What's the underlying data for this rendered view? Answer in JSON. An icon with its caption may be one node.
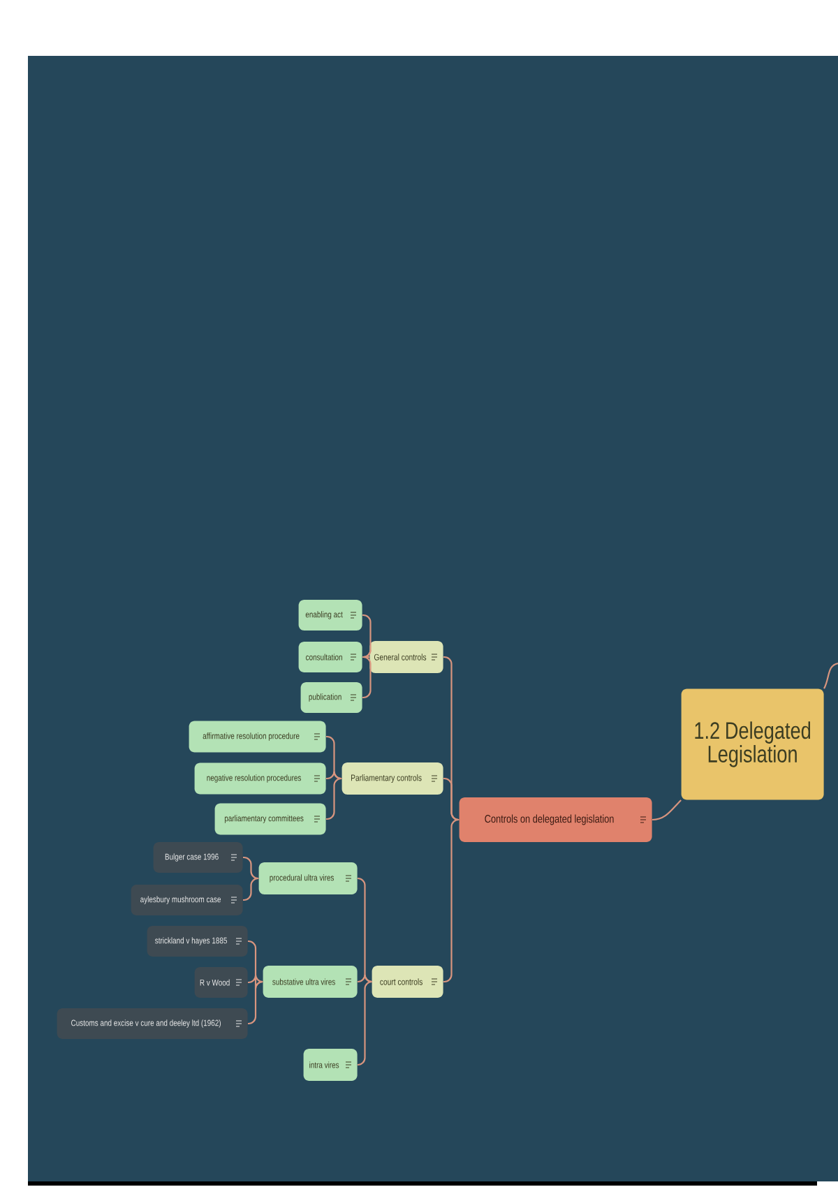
{
  "diagram": {
    "nodes": [
      {
        "text": [
          "1.2 Delegated Legislation"
        ]
      },
      {
        "text": [
          "Controls on delegated legislation"
        ]
      },
      {
        "text": [
          "General controls"
        ]
      },
      {
        "text": [
          "enabling act"
        ]
      },
      {
        "text": [
          "consultation"
        ]
      },
      {
        "text": [
          "publication"
        ]
      },
      {
        "text": [
          "Parliamentary controls"
        ]
      },
      {
        "text": [
          "affirmative resolution procedure"
        ]
      },
      {
        "text": [
          "negative resolution procedures"
        ]
      },
      {
        "text": [
          "parliamentary committees"
        ]
      },
      {
        "text": [
          "court controls"
        ]
      },
      {
        "text": [
          "procedural ultra vires"
        ]
      },
      {
        "text": [
          "Bulger case 1996"
        ]
      },
      {
        "text": [
          "aylesbury mushroom case"
        ]
      },
      {
        "text": [
          "substative ultra vires"
        ]
      },
      {
        "text": [
          "strickland v hayes 1885"
        ]
      },
      {
        "text": [
          "R v Wood"
        ]
      },
      {
        "text": [
          "Customs and excise v cure and deeley ltd (1962)"
        ]
      },
      {
        "text": [
          "intra vires"
        ]
      }
    ],
    "edges": [
      {
        "from": 0,
        "to": null,
        "arrow": "none"
      },
      {
        "from": 0,
        "to": 1,
        "arrow": "none"
      },
      {
        "from": 1,
        "to": 2,
        "arrow": "none"
      },
      {
        "from": 1,
        "to": 6,
        "arrow": "none"
      },
      {
        "from": 1,
        "to": 10,
        "arrow": "none"
      },
      {
        "from": 2,
        "to": 3,
        "arrow": "none"
      },
      {
        "from": 2,
        "to": 4,
        "arrow": "none"
      },
      {
        "from": 2,
        "to": 5,
        "arrow": "none"
      },
      {
        "from": 6,
        "to": 7,
        "arrow": "none"
      },
      {
        "from": 6,
        "to": 8,
        "arrow": "none"
      },
      {
        "from": 6,
        "to": 9,
        "arrow": "none"
      },
      {
        "from": 10,
        "to": 11,
        "arrow": "none"
      },
      {
        "from": 10,
        "to": 14,
        "arrow": "none"
      },
      {
        "from": 10,
        "to": 18,
        "arrow": "none"
      },
      {
        "from": 11,
        "to": 12,
        "arrow": "none"
      },
      {
        "from": 11,
        "to": 13,
        "arrow": "none"
      },
      {
        "from": 14,
        "to": 15,
        "arrow": "none"
      },
      {
        "from": 14,
        "to": 16,
        "arrow": "none"
      },
      {
        "from": 14,
        "to": 17,
        "arrow": "none"
      }
    ]
  }
}
